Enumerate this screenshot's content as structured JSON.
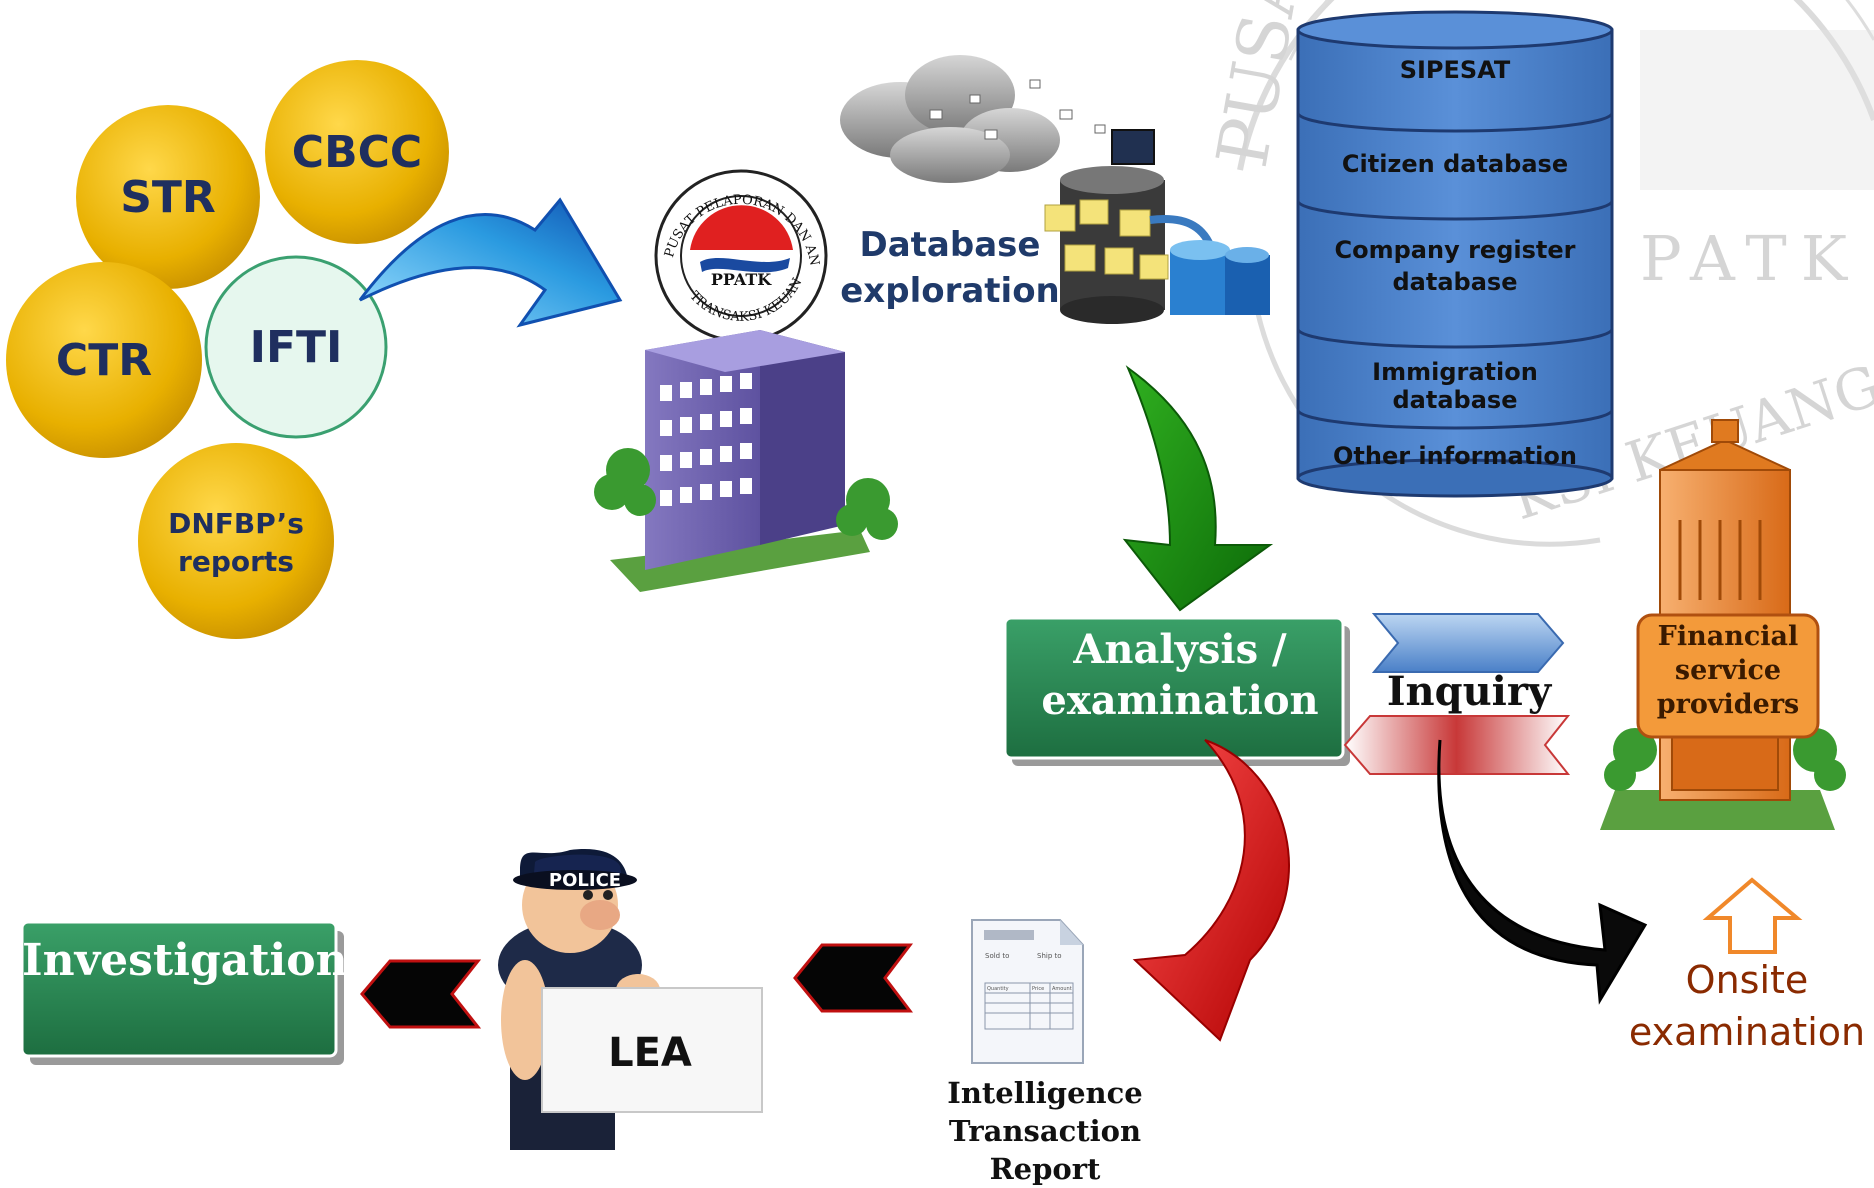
{
  "report_types": {
    "str": "STR",
    "cbcc": "CBCC",
    "ctr": "CTR",
    "ifti": "IFTI",
    "dnfbp": "DNFBP’s reports"
  },
  "logo": {
    "ring_top": "PUSAT PELAPORAN DAN ANALISIS",
    "ring_bottom": "TRANSAKSI KEUANGAN",
    "center": "PPATK"
  },
  "watermark": {
    "left": "PUSAT",
    "right": "PATK",
    "bottom": "KSI KEUANGA"
  },
  "database_exploration": "Database exploration",
  "databases": [
    "SIPESAT",
    "Citizen database",
    "Company register database",
    "Immigration database",
    "Other information"
  ],
  "analysis_label": "Analysis / examination",
  "inquiry_label": "Inquiry",
  "fsp_label": "Financial service providers",
  "onsite_label": "Onsite examination",
  "itr_label": "Intelligence Transaction Report",
  "document": {
    "sold_to": "Sold to",
    "ship_to": "Ship to",
    "quantity": "Quantity",
    "price": "Price",
    "amount": "Amount"
  },
  "police_cap": "POLICE",
  "lea_label": "LEA",
  "investigation_label": "Investigation",
  "colors": {
    "gold": "#e8b000",
    "ifti_fill": "#e6f7ee",
    "db_blue": "#4a80c8",
    "green_box": "#2a8a52",
    "red_arrow": "#d81010",
    "green_arrow": "#1a8a10",
    "orange": "#f0882a"
  }
}
